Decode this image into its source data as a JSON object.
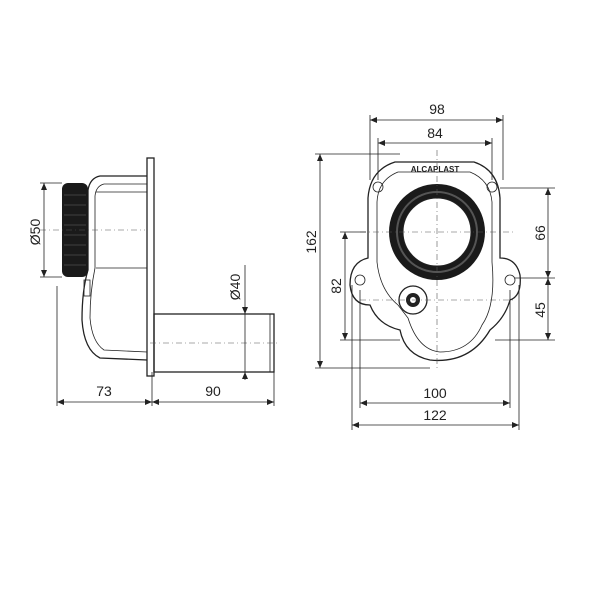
{
  "side_view": {
    "dim_outlet_diameter": "Ø50",
    "dim_inlet_diameter": "Ø40",
    "dim_body_depth": "73",
    "dim_inlet_length": "90"
  },
  "front_view": {
    "dim_outer_width": "98",
    "dim_inner_width": "84",
    "dim_total_height": "162",
    "dim_inlet_height": "82",
    "dim_upper_height": "66",
    "dim_lower_height": "45",
    "dim_flange_width": "100",
    "dim_overall_width": "122",
    "brand_logo": "ALCAPLAST"
  },
  "colors": {
    "line": "#222222",
    "seal": "#1a1a1a",
    "background": "#ffffff"
  }
}
